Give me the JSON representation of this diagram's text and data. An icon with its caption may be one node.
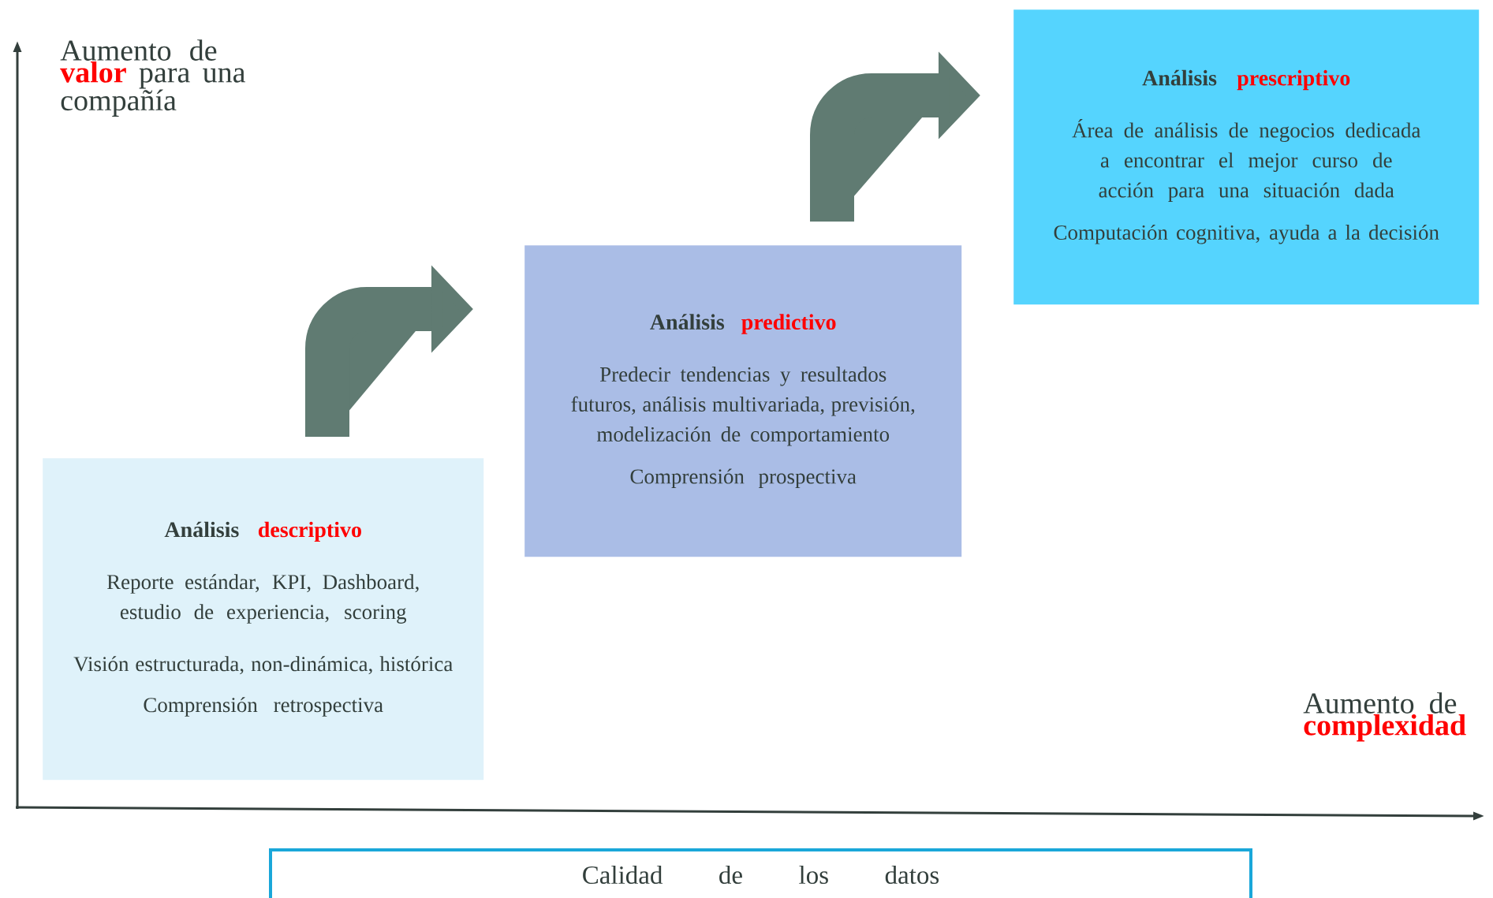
{
  "diagram": {
    "nodes": [
      {
        "text": [
          "Análisis **descriptivo**",
          "Reporte estándar, KPI, Dashboard, estudio de experiencia, scoring",
          "Visión estructurada, non-dinámica, histórica",
          "Comprensión retrospectiva"
        ]
      },
      {
        "text": [
          "Análisis **predictivo**",
          "Predecir tendencias y resultados futuros, análisis multivariada, previsión, modelización de comportamiento",
          "Comprensión prospectiva"
        ]
      },
      {
        "text": [
          "Análisis **prescriptivo**",
          "Área de análisis de negocios dedicada a encontrar el mejor curso de acción para una situación dada",
          "Computación cognitiva, ayuda a la decisión"
        ]
      },
      {
        "text": [
          "Calidad de los datos"
        ]
      }
    ],
    "edges": [
      {
        "from": 0,
        "to": 1,
        "arrow": "to"
      },
      {
        "from": 1,
        "to": 2,
        "arrow": "to"
      }
    ],
    "labels": [
      "Aumento de **valor** para una compañía",
      "Aumento de **complexidad**"
    ]
  }
}
